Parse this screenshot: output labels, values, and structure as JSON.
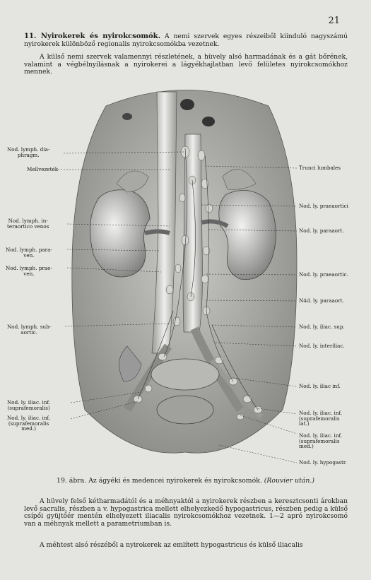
{
  "page_number": "21",
  "section": {
    "number": "11.",
    "title": "Nyirokerek és nyirokcsomók.",
    "intro": "A nemi szervek egyes részeiből kiinduló nagyszámú nyirokerek különböző regionalis nyirokcsomókba vezetnek.",
    "para2": "A külső nemi szervek valamennyi részletének, a hüvely alsó harmadának és a gát bőrének, valamint a végbélnyílásnak a nyirokerei a lágyékhajlatban levő felületes nyirokcsomókhoz mennek."
  },
  "figure": {
    "labels_left": [
      {
        "id": "l1",
        "text": "Nod. lymph. dia-\nphragm."
      },
      {
        "id": "l2",
        "text": "Mellvezeték"
      },
      {
        "id": "l3",
        "text": "Nod. lymph. in-\nteraortico venos"
      },
      {
        "id": "l4",
        "text": "Nod. lymph. para-\nven."
      },
      {
        "id": "l5",
        "text": "Nod. lymph. prae-\nven."
      },
      {
        "id": "l6",
        "text": "Nod. lymph. sub-\naortic."
      },
      {
        "id": "l7",
        "text": "Nod. ly. iliac. inf.\n(suprafemoralis)"
      },
      {
        "id": "l8",
        "text": "Nod. ly. iliac. inf.\n(suprafemoralis\nmed.)"
      }
    ],
    "labels_right": [
      {
        "id": "r1",
        "text": "Trunci lumbales"
      },
      {
        "id": "r2",
        "text": "Nod. ly. praeaortici"
      },
      {
        "id": "r3",
        "text": "Nod. ly. paraaort."
      },
      {
        "id": "r4",
        "text": "Nod. ly. praeaortic."
      },
      {
        "id": "r5",
        "text": "N4d. ly. paraaort."
      },
      {
        "id": "r6",
        "text": "Nod. ly. iliac. sup."
      },
      {
        "id": "r7",
        "text": "Nod. ly. interiliac."
      },
      {
        "id": "r8",
        "text": "Nod. ly. iliac inf."
      },
      {
        "id": "r9",
        "text": "Nod. ly. iliac. inf.\n(suprafemoralis\nlat.)"
      },
      {
        "id": "r10",
        "text": "Nod. ly. iliac. inf.\n(suprafemoralis\nmed.)"
      },
      {
        "id": "r11",
        "text": "Nod. ly. hypogastr."
      }
    ],
    "caption_number": "19. ábra.",
    "caption_text": "Az ágyéki és medencei nyirokerek és nyirokcsomók.",
    "caption_source": "(Rouvier után.)"
  },
  "body": {
    "para3": "A hüvely felső kétharmadától és a méhnyaktól a nyirokerek részben a keresztcsonti árokban levő sacralis, részben a v. hypogastrica mellett elhelyezkedő hypogastricus, részben pedig a külső csípői gyüjtőér mentén elhelyezett iliacalis nyirokcsomókhoz vezetnek. 1—2 apró nyirokcsomó van a méhnyak mellett a parametriumban is.",
    "para4": "A méhtest alsó részéből a nyirokerek az említett hypogastricus és külső iliacalis"
  }
}
